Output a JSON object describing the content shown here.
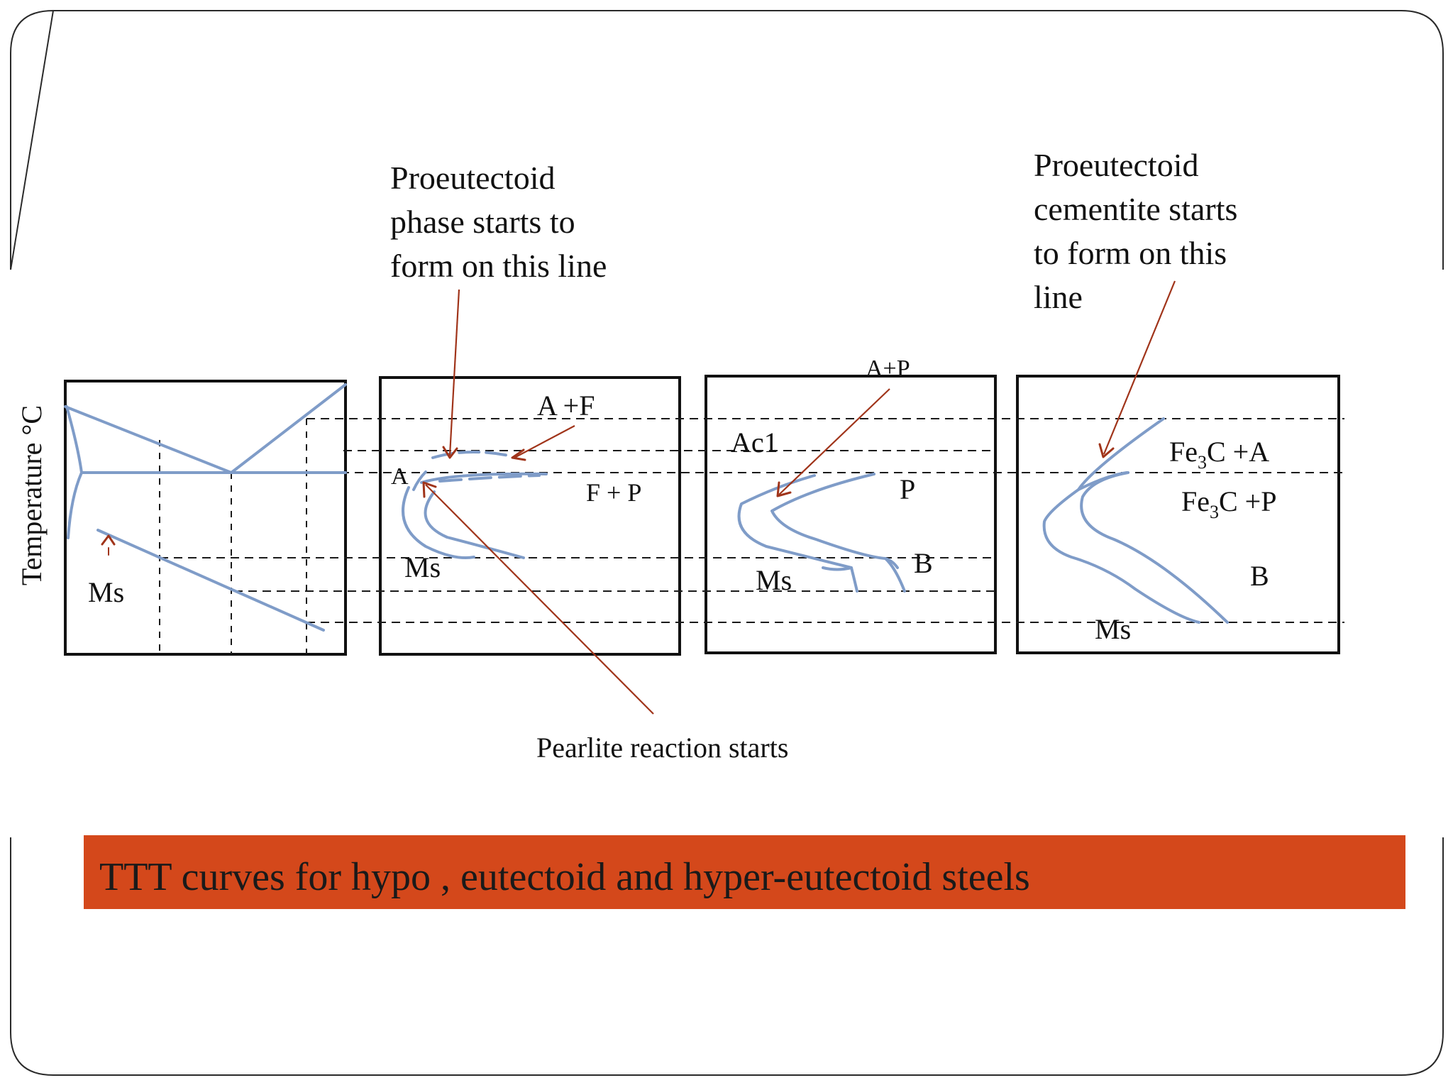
{
  "slide": {
    "y_axis_label": "Temperature °C",
    "caption": "TTT curves for hypo , eutectoid and hyper-eutectoid steels",
    "caption_bg_color": "#d4481b",
    "caption_text_color": "#1a1a1a",
    "curve_color": "#7f9cc8",
    "arrow_color": "#a0341a"
  },
  "callouts": {
    "proeutectoid_phase": [
      "Proeutectoid",
      "phase starts to",
      "form on this line"
    ],
    "proeutectoid_cementite": [
      "Proeutectoid",
      "cementite starts",
      "to form on this",
      "line"
    ],
    "pearlite_reaction": "Pearlite reaction starts"
  },
  "panel1": {
    "ms_label": "Ms"
  },
  "panel2": {
    "af_label": "A +F",
    "a_label": "A",
    "fp_label": "F + P",
    "ms_label": "Ms"
  },
  "panel3": {
    "ap_label": "A+P",
    "ac1_label": "Ac1",
    "p_label": "P",
    "b_label": "B",
    "ms_label": "Ms"
  },
  "panel4": {
    "fe3ca_main": "Fe",
    "fe3ca_sub": "3",
    "fe3ca_rest": "C +A",
    "fe3cp_main": "Fe",
    "fe3cp_sub": "3",
    "fe3cp_rest": "C +P",
    "b_label": "B",
    "ms_label": "Ms"
  }
}
